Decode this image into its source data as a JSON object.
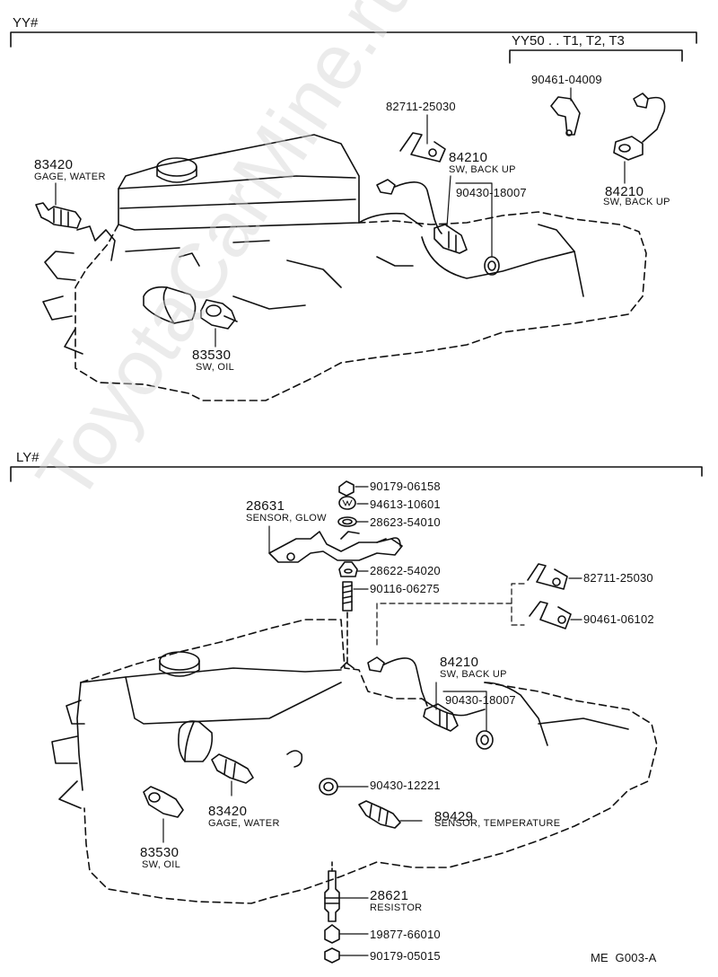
{
  "watermark": "ToyotaCarMine.ru",
  "sections": {
    "yy": {
      "title": "YY#",
      "variant": "YY50 . . T1, T2, T3",
      "parts": [
        {
          "num": "83420",
          "desc": "GAGE, WATER"
        },
        {
          "num": "82711-25030",
          "desc": ""
        },
        {
          "num": "84210",
          "desc": "SW, BACK UP"
        },
        {
          "num": "90430-18007",
          "desc": ""
        },
        {
          "num": "83530",
          "desc": "SW, OIL"
        },
        {
          "num": "90461-04009",
          "desc": ""
        },
        {
          "num": "84210",
          "desc": "SW, BACK UP"
        }
      ]
    },
    "ly": {
      "title": "LY#",
      "parts": [
        {
          "num": "90179-06158",
          "desc": ""
        },
        {
          "num": "94613-10601",
          "desc": ""
        },
        {
          "num": "28631",
          "desc": "SENSOR, GLOW"
        },
        {
          "num": "28623-54010",
          "desc": ""
        },
        {
          "num": "28622-54020",
          "desc": ""
        },
        {
          "num": "90116-06275",
          "desc": ""
        },
        {
          "num": "82711-25030",
          "desc": ""
        },
        {
          "num": "90461-06102",
          "desc": ""
        },
        {
          "num": "84210",
          "desc": "SW, BACK UP"
        },
        {
          "num": "90430-18007",
          "desc": ""
        },
        {
          "num": "90430-12221",
          "desc": ""
        },
        {
          "num": "83420",
          "desc": "GAGE, WATER"
        },
        {
          "num": "83530",
          "desc": "SW, OIL"
        },
        {
          "num": "89429",
          "desc": "SENSOR, TEMPERATURE"
        },
        {
          "num": "28621",
          "desc": "RESISTOR"
        },
        {
          "num": "19877-66010",
          "desc": ""
        },
        {
          "num": "90179-05015",
          "desc": ""
        }
      ]
    }
  },
  "footer_code": "ME  G003-A"
}
